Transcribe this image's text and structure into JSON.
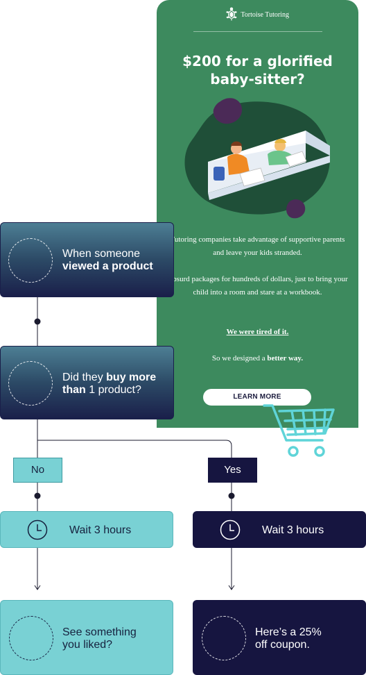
{
  "email": {
    "brand": "Tortoise Tutoring",
    "headline": "$200 for a glorified baby-sitter?",
    "paragraph1": "Tutoring companies take advantage of supportive parents and leave your kids stranded.",
    "paragraph2": "Absurd packages for hundreds of dollars, just to bring your child into a room and stare at a workbook.",
    "paragraph3": "We were tired of it.",
    "paragraph4_prefix": "So we designed a ",
    "paragraph4_bold": "better way.",
    "cta_label": "LEARN MORE"
  },
  "flow": {
    "trigger": {
      "line1": "When someone",
      "line2_bold": "viewed a product"
    },
    "condition": {
      "part1": "Did they ",
      "part1_bold": "buy more",
      "part2_bold": "than",
      "part2": " 1 product?"
    },
    "branch_no": "No",
    "branch_yes": "Yes",
    "wait_no": "Wait 3 hours",
    "wait_yes": "Wait 3 hours",
    "message_no": {
      "line1": "See something",
      "line2": "you liked?"
    },
    "message_yes": {
      "line1": "Here’s a 25%",
      "line2": "off coupon."
    }
  },
  "colors": {
    "email_bg": "#3d8a5e",
    "teal": "#79d1d4",
    "navy": "#161540",
    "cart": "#5fd4d8"
  },
  "icons": [
    "tortoise-logo-icon",
    "clock-icon",
    "shopping-cart-icon"
  ]
}
